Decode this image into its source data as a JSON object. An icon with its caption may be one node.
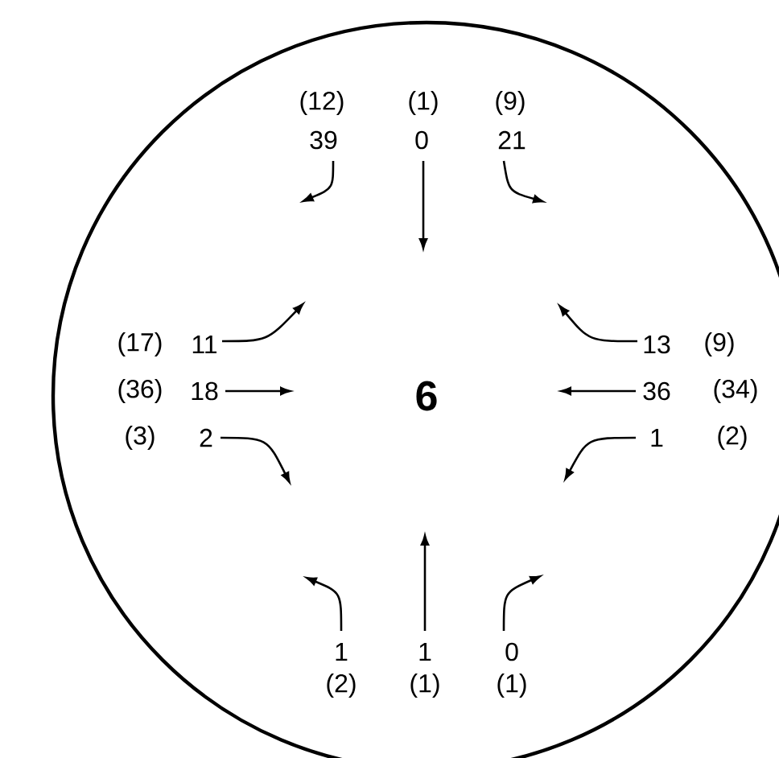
{
  "diagram": {
    "nodes": [
      {
        "text": [
          "6"
        ]
      }
    ],
    "labels": [
      "(12)",
      "(1)",
      "(9)",
      "39",
      "0",
      "21",
      "(17)",
      "11",
      "13",
      "(9)",
      "(36)",
      "18",
      "36",
      "(34)",
      "(3)",
      "2",
      "1",
      "(2)",
      "1",
      "1",
      "0",
      "(2)",
      "(1)",
      "(1)"
    ]
  }
}
